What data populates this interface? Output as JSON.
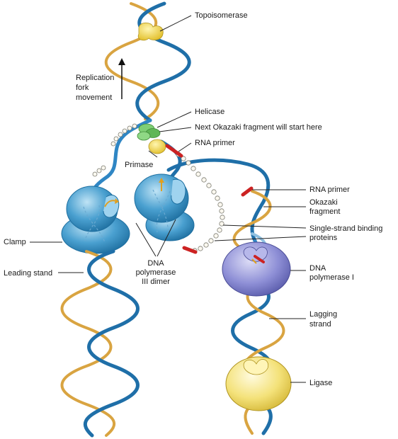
{
  "labels": {
    "topoisomerase": "Topoisomerase",
    "fork_line1": "Replication",
    "fork_line2": "fork",
    "fork_line3": "movement",
    "helicase": "Helicase",
    "okazaki_start": "Next Okazaki fragment will start here",
    "rna_primer_top": "RNA primer",
    "primase": "Primase",
    "rna_primer_right": "RNA primer",
    "okazaki_line1": "Okazaki",
    "okazaki_line2": "fragment",
    "ssb_line1": "Single-strand binding",
    "ssb_line2": "proteins",
    "clamp": "Clamp",
    "leading": "Leading stand",
    "pol3_line1": "DNA",
    "pol3_line2": "polymerase",
    "pol3_line3": "III dimer",
    "pol1_line1": "DNA",
    "pol1_line2": "polymerase I",
    "lagging_line1": "Lagging",
    "lagging_line2": "strand",
    "ligase": "Ligase"
  },
  "colors": {
    "strand_blue": "#1f6fa8",
    "strand_gold": "#d9a441",
    "polymerase_iii": "#3d93c8",
    "polymerase_i": "#8e8fd6",
    "ligase": "#f4e27a",
    "helicase": "#6bbd62",
    "primase": "#f2dc4a",
    "topoisomerase": "#f2d34a",
    "rna_primer": "#cc2222"
  }
}
